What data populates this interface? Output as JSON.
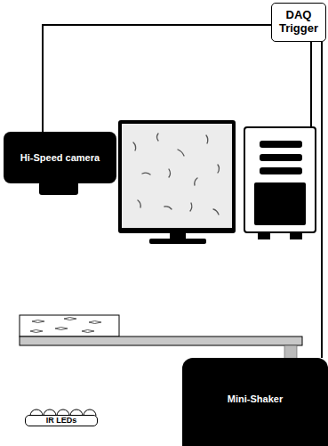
{
  "diagram": {
    "nodes": [
      {
        "text": [
          "DAQ Trigger"
        ]
      },
      {
        "text": [
          "Hi-Speed camera"
        ]
      },
      {
        "text": [
          "Mini-Shaker"
        ]
      },
      {
        "text": [
          "IR LEDs"
        ]
      }
    ],
    "edges": [
      {
        "from": 0,
        "to": 1,
        "arrow": "none"
      },
      {
        "from": 0,
        "to": 2,
        "arrow": "none"
      }
    ]
  }
}
